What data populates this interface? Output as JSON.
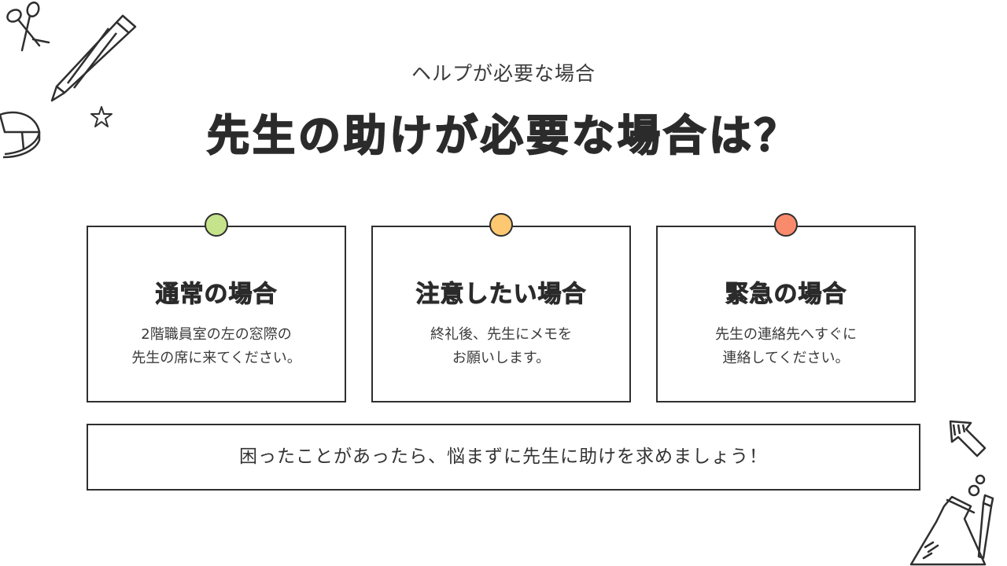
{
  "header": {
    "subtitle": "ヘルプが必要な場合",
    "title": "先生の助けが必要な場合は？"
  },
  "cards": [
    {
      "pin_color": "#c5e38b",
      "title": "通常の場合",
      "lines": [
        "2階職員室の左の窓際の",
        "先生の席に来てください。"
      ]
    },
    {
      "pin_color": "#fdc871",
      "title": "注意したい場合",
      "lines": [
        "終礼後、先生にメモを",
        "お願いします。"
      ]
    },
    {
      "pin_color": "#fa8a6c",
      "title": "緊急の場合",
      "lines": [
        "先生の連絡先へすぐに",
        "連絡してください。"
      ]
    }
  ],
  "banner": {
    "text": "困ったことがあったら、悩まずに先生に助けを求めましょう！"
  },
  "decorations": {
    "icons": [
      "scissors-icon",
      "pencil-icon",
      "star-icon",
      "pie-chart-icon",
      "arrow-icon",
      "flask-icon"
    ]
  }
}
